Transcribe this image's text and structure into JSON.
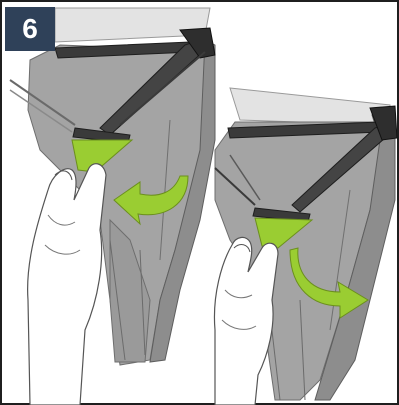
{
  "step": {
    "number": "6"
  },
  "colors": {
    "badge_bg": "#2f4159",
    "fabric": "#8e8e8e",
    "fabric_light": "#bdbdbd",
    "frame_bar": "#3a3a3a",
    "highlight": "#9acd32",
    "arrow": "#9acd32",
    "hand_stroke": "#555555"
  },
  "panels": [
    {
      "name": "left",
      "action": "fold-in",
      "arrow_direction": "left"
    },
    {
      "name": "right",
      "action": "fold-out",
      "arrow_direction": "right"
    }
  ]
}
